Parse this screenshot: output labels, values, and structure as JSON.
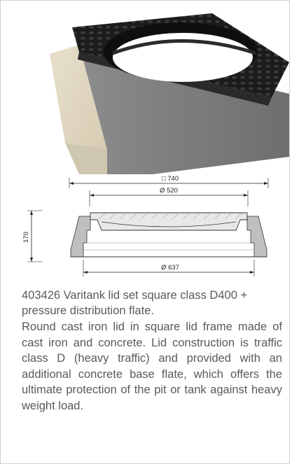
{
  "product": {
    "title": "403426 Varitank lid set square class D400 + pressure distribution flate.",
    "description": "Round cast iron lid in square lid frame made of cast iron and concrete. Lid construction is traffic class D (heavy traffic) and provided with an additional concrete base flate, which offers the ultimate protection of the pit or tank against heavy weight load."
  },
  "drawing": {
    "dim_outer_square": "□ 740",
    "dim_inner_diameter": "Ø 520",
    "dim_height": "170",
    "dim_base_diameter": "Ø 637"
  }
}
